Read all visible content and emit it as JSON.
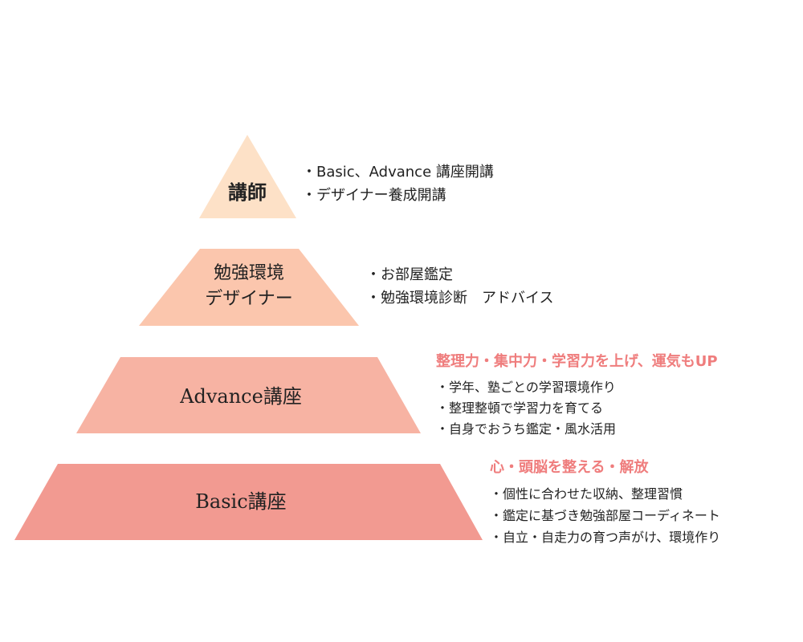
{
  "colors": {
    "tier1": "#fde1c7",
    "tier2": "#fbc6ad",
    "tier3": "#f7b3a3",
    "tier4": "#f29a91",
    "accent": "#ef7d7d",
    "text": "#222222"
  },
  "tiers": [
    {
      "label": "講師",
      "label_line2": "",
      "heading": "",
      "items": [
        "・Basic、Advance 講座開講",
        "・デザイナー養成開講"
      ]
    },
    {
      "label": "勉強環境",
      "label_line2": "デザイナー",
      "heading": "",
      "items": [
        "・お部屋鑑定",
        "・勉強環境診断　アドバイス"
      ]
    },
    {
      "label": "Advance講座",
      "label_line2": "",
      "heading": "整理力・集中力・学習力を上げ、運気もUP",
      "items": [
        "・学年、塾ごとの学習環境作り",
        "・整理整頓で学習力を育てる",
        "・自身でおうち鑑定・風水活用"
      ]
    },
    {
      "label": "Basic講座",
      "label_line2": "",
      "heading": "心・頭脳を整える・解放",
      "items": [
        "・個性に合わせた収納、整理習慣",
        "・鑑定に基づき勉強部屋コーディネート",
        "・自立・自走力の育つ声がけ、環境作り"
      ]
    }
  ]
}
